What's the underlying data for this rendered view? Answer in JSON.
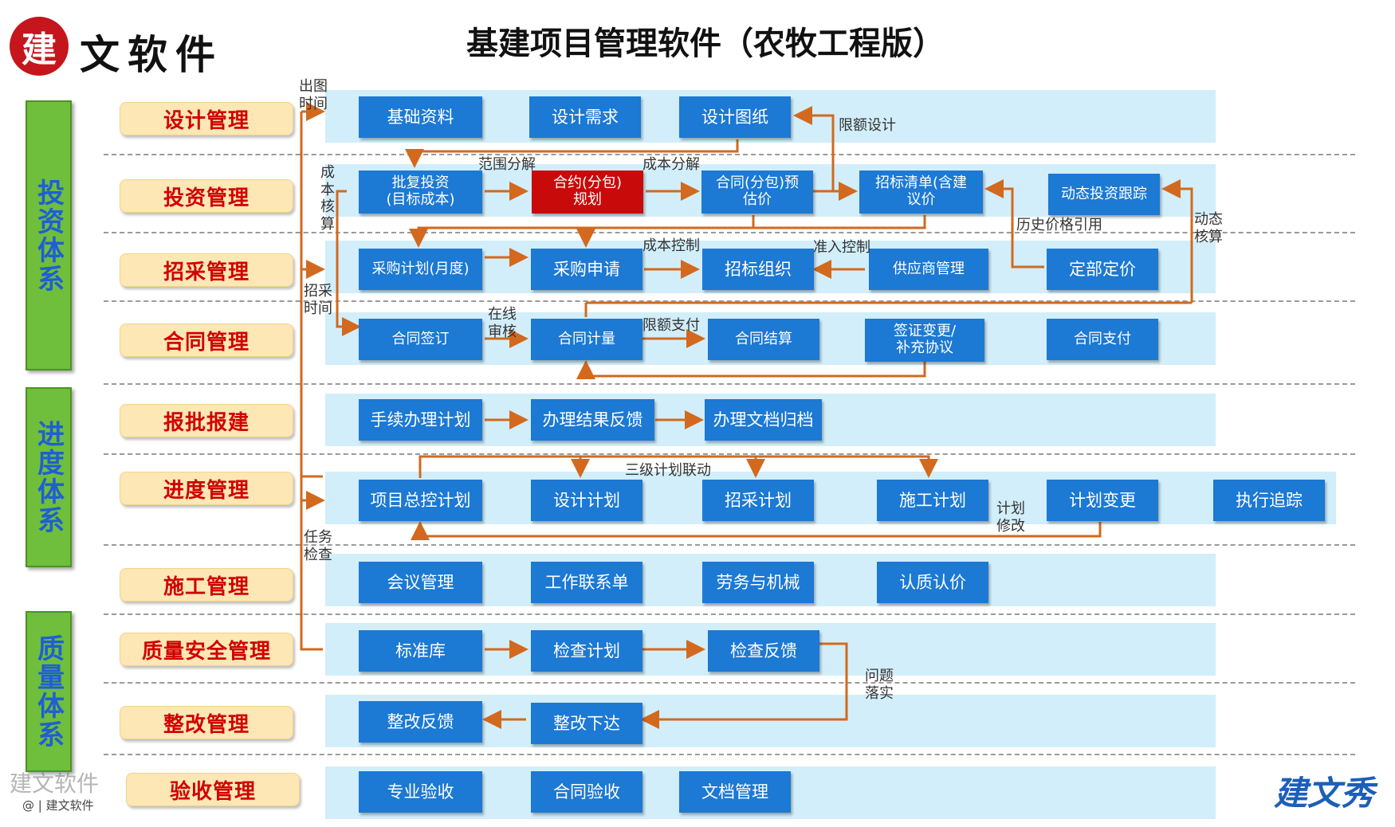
{
  "header": {
    "title": "基建项目管理软件（农牧工程版）",
    "logo_badge": "建",
    "logo_text": "文软件"
  },
  "systems": {
    "investment": "投资体系",
    "schedule": "进度体系",
    "quality": "质量体系"
  },
  "categories": {
    "design": "设计管理",
    "investment": "投资管理",
    "procurement": "招采管理",
    "contract": "合同管理",
    "approval": "报批报建",
    "schedule": "进度管理",
    "construction": "施工管理",
    "quality_safety": "质量安全管理",
    "rectification": "整改管理",
    "acceptance": "验收管理"
  },
  "modules": {
    "basic_data": "基础资料",
    "design_requirements": "设计需求",
    "design_drawings": "设计图纸",
    "approved_investment": "批复投资\n(目标成本)",
    "contract_planning": "合约(分包)\n规划",
    "contract_estimate": "合同(分包)预\n估价",
    "bid_list": "招标清单(含建\n议价",
    "dynamic_tracking": "动态投资跟踪",
    "procurement_plan": "采购计划(月度)",
    "purchase_request": "采购申请",
    "bid_organization": "招标组织",
    "supplier_management": "供应商管理",
    "fixed_pricing": "定部定价",
    "contract_signing": "合同签订",
    "contract_measurement": "合同计量",
    "contract_settlement": "合同结算",
    "visa_change": "签证变更/\n补充协议",
    "contract_payment": "合同支付",
    "procedure_plan": "手续办理计划",
    "result_feedback": "办理结果反馈",
    "document_archive": "办理文档归档",
    "master_plan": "项目总控计划",
    "design_plan": "设计计划",
    "procurement_schedule": "招采计划",
    "construction_plan": "施工计划",
    "plan_change": "计划变更",
    "execution_tracking": "执行追踪",
    "meeting": "会议管理",
    "work_contact": "工作联系单",
    "labor_machinery": "劳务与机械",
    "qualification": "认质认价",
    "standard_library": "标准库",
    "inspection_plan": "检查计划",
    "inspection_feedback": "检查反馈",
    "rectification_feedback": "整改反馈",
    "rectification_issue": "整改下达",
    "professional_acceptance": "专业验收",
    "contract_acceptance": "合同验收",
    "document_management": "文档管理"
  },
  "labels": {
    "drawing_time": "出图\n时间",
    "limit_design": "限额设计",
    "scope_decompose": "范围分解",
    "cost_decompose": "成本分解",
    "cost_check": "成\n本\n核\n算",
    "history_price": "历史价格引用",
    "dynamic_check": "动态\n核算",
    "cost_control": "成本控制",
    "access_control": "准入控制",
    "procurement_time": "招采\n时间",
    "online_review": "在线\n审核",
    "limit_payment": "限额支付",
    "three_level": "三级计划联动",
    "plan_modify": "计划\n修改",
    "task_check": "任务\n检查",
    "issue_implement": "问题\n落实"
  },
  "watermark": {
    "main": "建文软件",
    "sub": "@ | 建文软件",
    "corner_logo": "建文秀"
  },
  "colors": {
    "module_blue": "#1c79d4",
    "highlight_red": "#c80a0a",
    "band_blue": "#d2eefa",
    "category_bg": "#fce7b5",
    "category_text": "#d10000",
    "system_green": "#6fbe3c",
    "arrow_orange": "#d2691e"
  }
}
